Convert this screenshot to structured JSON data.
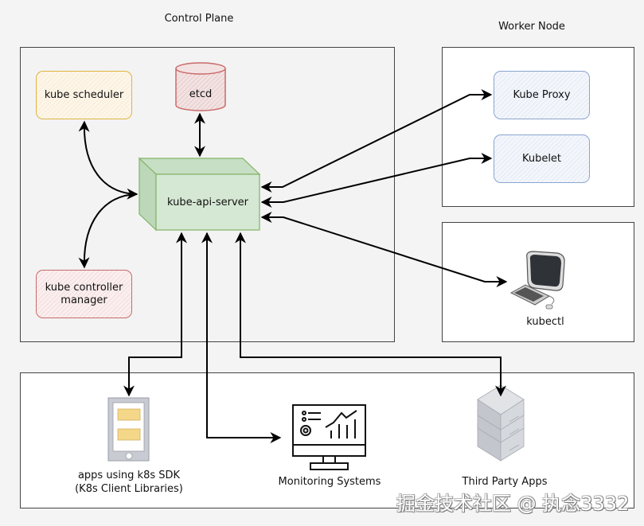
{
  "groups": {
    "control_plane": "Control Plane",
    "worker_node": "Worker Node"
  },
  "control_plane": {
    "scheduler": "kube scheduler",
    "etcd": "etcd",
    "api_server": "kube-api-server",
    "controller_manager_line1": "kube controller",
    "controller_manager_line2": "manager"
  },
  "worker_node": {
    "kube_proxy": "Kube Proxy",
    "kubelet": "Kubelet"
  },
  "clients": {
    "kubectl": "kubectl",
    "sdk_apps_line1": "apps using k8s SDK",
    "sdk_apps_line2": "(K8s Client Libraries)",
    "monitoring": "Monitoring Systems",
    "third_party": "Third Party Apps"
  },
  "icons": {
    "etcd": "database-cylinder-icon",
    "api_server": "3d-box-icon",
    "kubectl": "desktop-computer-icon",
    "sdk_apps": "mobile-phone-icon",
    "monitoring": "monitor-dashboard-icon",
    "third_party": "server-stack-icon"
  },
  "colors": {
    "scheduler_border": "#e0b440",
    "etcd_border": "#c96a6a",
    "api_server_fill": "#d5e8d4",
    "api_server_border": "#82b366",
    "controller_border": "#c96a6a",
    "worker_border": "#8aa5cf",
    "arrow": "#000000"
  },
  "watermark": "掘金技术社区 @ 执念3332"
}
